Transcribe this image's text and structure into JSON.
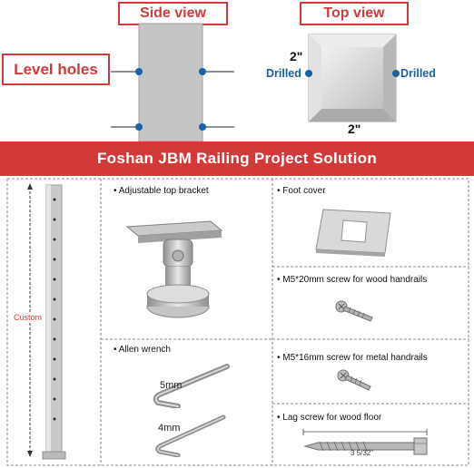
{
  "top": {
    "side_view_label": "Side view",
    "top_view_label": "Top view",
    "level_holes_label": "Level holes",
    "drilled_left": "Drilled",
    "drilled_right": "Drilled",
    "dim_side": "2\"",
    "dim_bottom": "2\""
  },
  "banner": {
    "title": "Foshan JBM Railing Project Solution"
  },
  "parts": {
    "post_label": "Custom",
    "top_bracket": "Adjustable top bracket",
    "foot_cover": "Foot cover",
    "screw_wood": "M5*20mm screw for wood handrails",
    "allen_wrench": "Allen wrench",
    "wrench_5": "5mm",
    "wrench_4": "4mm",
    "screw_metal": "M5*16mm screw for metal handrails",
    "lag_screw": "Lag screw for wood floor",
    "lag_dim": "3 5/32\""
  },
  "colors": {
    "accent": "#d23a3a",
    "drill_blue": "#1a5fa8"
  }
}
